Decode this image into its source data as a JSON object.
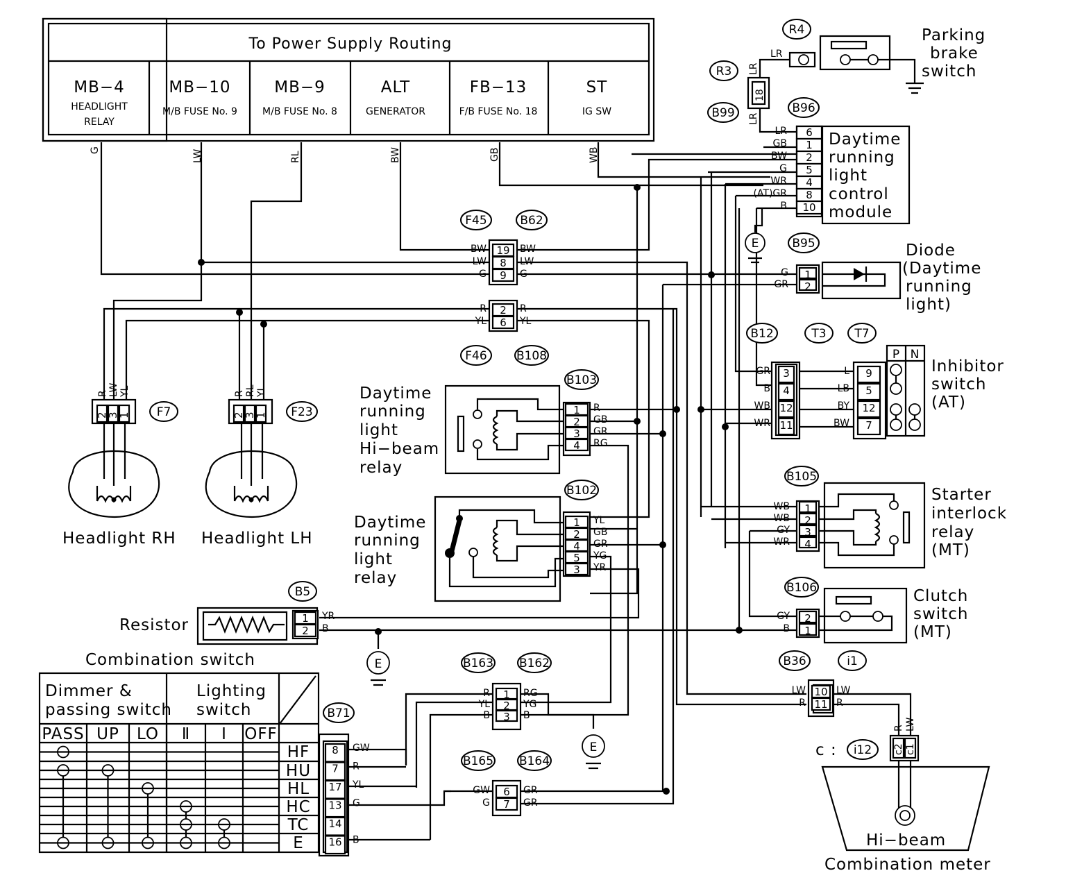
{
  "power_header": {
    "title": "To Power Supply Routing",
    "cells": [
      {
        "code": "MB−4",
        "desc1": "HEADLIGHT",
        "desc2": "RELAY"
      },
      {
        "code": "MB−10",
        "desc1": "M/B FUSE No. 9",
        "desc2": ""
      },
      {
        "code": "MB−9",
        "desc1": "M/B FUSE No. 8",
        "desc2": ""
      },
      {
        "code": "ALT",
        "desc1": "GENERATOR",
        "desc2": ""
      },
      {
        "code": "FB−13",
        "desc1": "F/B FUSE No. 18",
        "desc2": ""
      },
      {
        "code": "ST",
        "desc1": "IG SW",
        "desc2": ""
      }
    ],
    "wires": [
      "G",
      "LW",
      "RL",
      "BW",
      "GB",
      "WB"
    ]
  },
  "connector_tags": {
    "R4": "R4",
    "R3": "R3",
    "B99": "B99",
    "B96": "B96",
    "F45": "F45",
    "B62": "B62",
    "B95": "B95",
    "F46": "F46",
    "B108": "B108",
    "B12": "B12",
    "T3": "T3",
    "T7": "T7",
    "F7": "F7",
    "F23": "F23",
    "B103": "B103",
    "B102": "B102",
    "B105": "B105",
    "B106": "B106",
    "B5": "B5",
    "B36": "B36",
    "i1": "i1",
    "B163": "B163",
    "B162": "B162",
    "B71": "B71",
    "B165": "B165",
    "B164": "B164",
    "i12": "i12"
  },
  "components": {
    "parking_brake": [
      "Parking",
      "brake",
      "switch"
    ],
    "drl_module": [
      "Daytime",
      "running",
      "light",
      "control",
      "module"
    ],
    "diode": [
      "Diode",
      "(Daytime",
      "running",
      "light)"
    ],
    "inhibitor": [
      "Inhibitor",
      "switch",
      "(AT)"
    ],
    "hibeam_relay": [
      "Daytime",
      "running",
      "light",
      "Hi−beam",
      "relay"
    ],
    "drl_relay": [
      "Daytime",
      "running",
      "light",
      "relay"
    ],
    "starter_relay": [
      "Starter",
      "interlock",
      "relay",
      "(MT)"
    ],
    "clutch": [
      "Clutch",
      "switch",
      "(MT)"
    ],
    "resistor": "Resistor",
    "headlight_rh": "Headlight RH",
    "headlight_lh": "Headlight LH",
    "hibeam": "Hi−beam",
    "combination_meter": "Combination meter",
    "combination_switch": "Combination switch",
    "meter_prefix": "c :",
    "ground": "E"
  },
  "module_pins": [
    {
      "wire": "LR",
      "pin": "6"
    },
    {
      "wire": "GB",
      "pin": "1"
    },
    {
      "wire": "BW",
      "pin": "2"
    },
    {
      "wire": "G",
      "pin": "5"
    },
    {
      "wire": "WR",
      "pin": "4"
    },
    {
      "wire": "(AT)GR",
      "pin": "8"
    },
    {
      "wire": "B",
      "pin": "10"
    }
  ],
  "r3_pin": "18",
  "r3_wires": [
    "LR",
    "LR",
    "LR"
  ],
  "f45_pins": [
    {
      "left": "BW",
      "pin": "19",
      "right": "BW"
    },
    {
      "left": "LW",
      "pin": "8",
      "right": "LW"
    },
    {
      "left": "G",
      "pin": "9",
      "right": "G"
    }
  ],
  "f46_pins": [
    {
      "left": "R",
      "pin": "2",
      "right": "R"
    },
    {
      "left": "YL",
      "pin": "6",
      "right": "YL"
    }
  ],
  "diode_pins": [
    {
      "wire": "G",
      "pin": "1"
    },
    {
      "wire": "GR",
      "pin": "2"
    }
  ],
  "headlight_rh_pins": {
    "pins": [
      "2",
      "3",
      "1"
    ],
    "wires": [
      "R",
      "LW",
      "YL"
    ]
  },
  "headlight_lh_pins": {
    "pins": [
      "2",
      "3",
      "1"
    ],
    "wires": [
      "R",
      "RL",
      "YL"
    ]
  },
  "b12_pins": [
    {
      "wire": "GR",
      "pin": "3"
    },
    {
      "wire": "B",
      "pin": "4"
    },
    {
      "wire": "WB",
      "pin": "12"
    },
    {
      "wire": "WR",
      "pin": "11"
    }
  ],
  "t7_pins": [
    {
      "wire": "L",
      "pin": "9"
    },
    {
      "wire": "LB",
      "pin": "5"
    },
    {
      "wire": "BY",
      "pin": "12"
    },
    {
      "wire": "BW",
      "pin": "7"
    }
  ],
  "inhibitor_cols": [
    "P",
    "N"
  ],
  "b103_pins": [
    {
      "pin": "1",
      "wire": "R"
    },
    {
      "pin": "2",
      "wire": "GB"
    },
    {
      "pin": "3",
      "wire": "GR"
    },
    {
      "pin": "4",
      "wire": "RG"
    }
  ],
  "b102_pins": [
    {
      "pin": "1",
      "wire": "YL"
    },
    {
      "pin": "2",
      "wire": "GB"
    },
    {
      "pin": "4",
      "wire": "GR"
    },
    {
      "pin": "5",
      "wire": "YG"
    },
    {
      "pin": "3",
      "wire": "YR"
    }
  ],
  "b105_pins": [
    {
      "wire": "WB",
      "pin": "1"
    },
    {
      "wire": "WB",
      "pin": "2"
    },
    {
      "wire": "GY",
      "pin": "3"
    },
    {
      "wire": "WR",
      "pin": "4"
    }
  ],
  "b106_pins": [
    {
      "wire": "GY",
      "pin": "2"
    },
    {
      "wire": "B",
      "pin": "1"
    }
  ],
  "b5_pins": [
    {
      "pin": "1",
      "wire": "YR"
    },
    {
      "pin": "2",
      "wire": "B"
    }
  ],
  "b36_pins": [
    {
      "left": "LW",
      "pin": "10",
      "right": "LW"
    },
    {
      "left": "R",
      "pin": "11",
      "right": "R"
    }
  ],
  "meter_pins": {
    "pins": [
      "c2",
      "c1"
    ],
    "wires": [
      "R",
      "LW"
    ]
  },
  "b163_pins": [
    {
      "left": "R",
      "pin": "1",
      "right": "RG"
    },
    {
      "left": "YL",
      "pin": "2",
      "right": "YG"
    },
    {
      "left": "B",
      "pin": "3",
      "right": "B"
    }
  ],
  "b165_pins": [
    {
      "left": "GW",
      "pin": "6",
      "right": "GR"
    },
    {
      "left": "G",
      "pin": "7",
      "right": "GR"
    }
  ],
  "b71_pins": [
    {
      "pin": "8",
      "wire": "GW"
    },
    {
      "pin": "7",
      "wire": "R"
    },
    {
      "pin": "17",
      "wire": "YL"
    },
    {
      "pin": "13",
      "wire": "G"
    },
    {
      "pin": "14",
      "wire": ""
    },
    {
      "pin": "16",
      "wire": "B"
    }
  ],
  "switch_table": {
    "group1": [
      "Dimmer &",
      "passing switch"
    ],
    "group2": [
      "Lighting",
      "switch"
    ],
    "cols": [
      "PASS",
      "UP",
      "LO",
      "Ⅱ",
      "Ⅰ",
      "OFF"
    ],
    "rows": [
      "HF",
      "HU",
      "HL",
      "HC",
      "TC",
      "E"
    ]
  }
}
